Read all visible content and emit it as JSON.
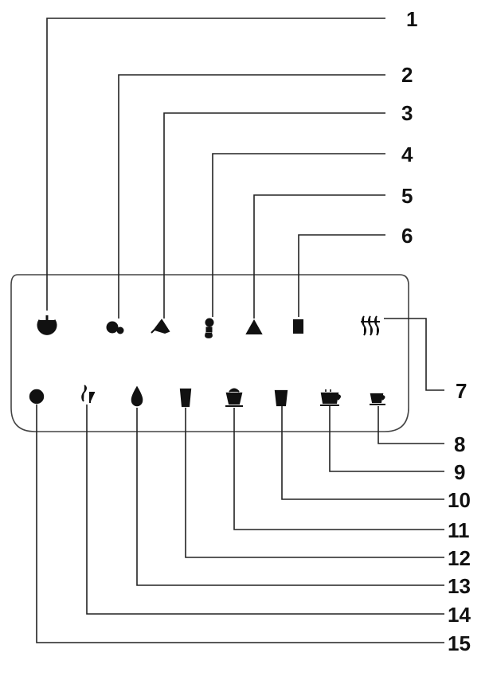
{
  "callouts": [
    {
      "number": "1",
      "part": "power-icon"
    },
    {
      "number": "2",
      "part": "coffee-beans-icon"
    },
    {
      "number": "3",
      "part": "ground-coffee-scoop-icon"
    },
    {
      "number": "4",
      "part": "descale-icon"
    },
    {
      "number": "5",
      "part": "warning-icon"
    },
    {
      "number": "6",
      "part": "grounds-container-icon"
    },
    {
      "number": "7",
      "part": "steam-icon"
    },
    {
      "number": "8",
      "part": "espresso-cup-icon"
    },
    {
      "number": "9",
      "part": "coffee-cup-icon"
    },
    {
      "number": "10",
      "part": "lungo-cup-icon"
    },
    {
      "number": "11",
      "part": "cappuccino-cup-icon"
    },
    {
      "number": "12",
      "part": "latte-glass-icon"
    },
    {
      "number": "13",
      "part": "hot-water-icon"
    },
    {
      "number": "14",
      "part": "aroma-strength-icon"
    },
    {
      "number": "15",
      "part": "rinse-icon"
    }
  ]
}
